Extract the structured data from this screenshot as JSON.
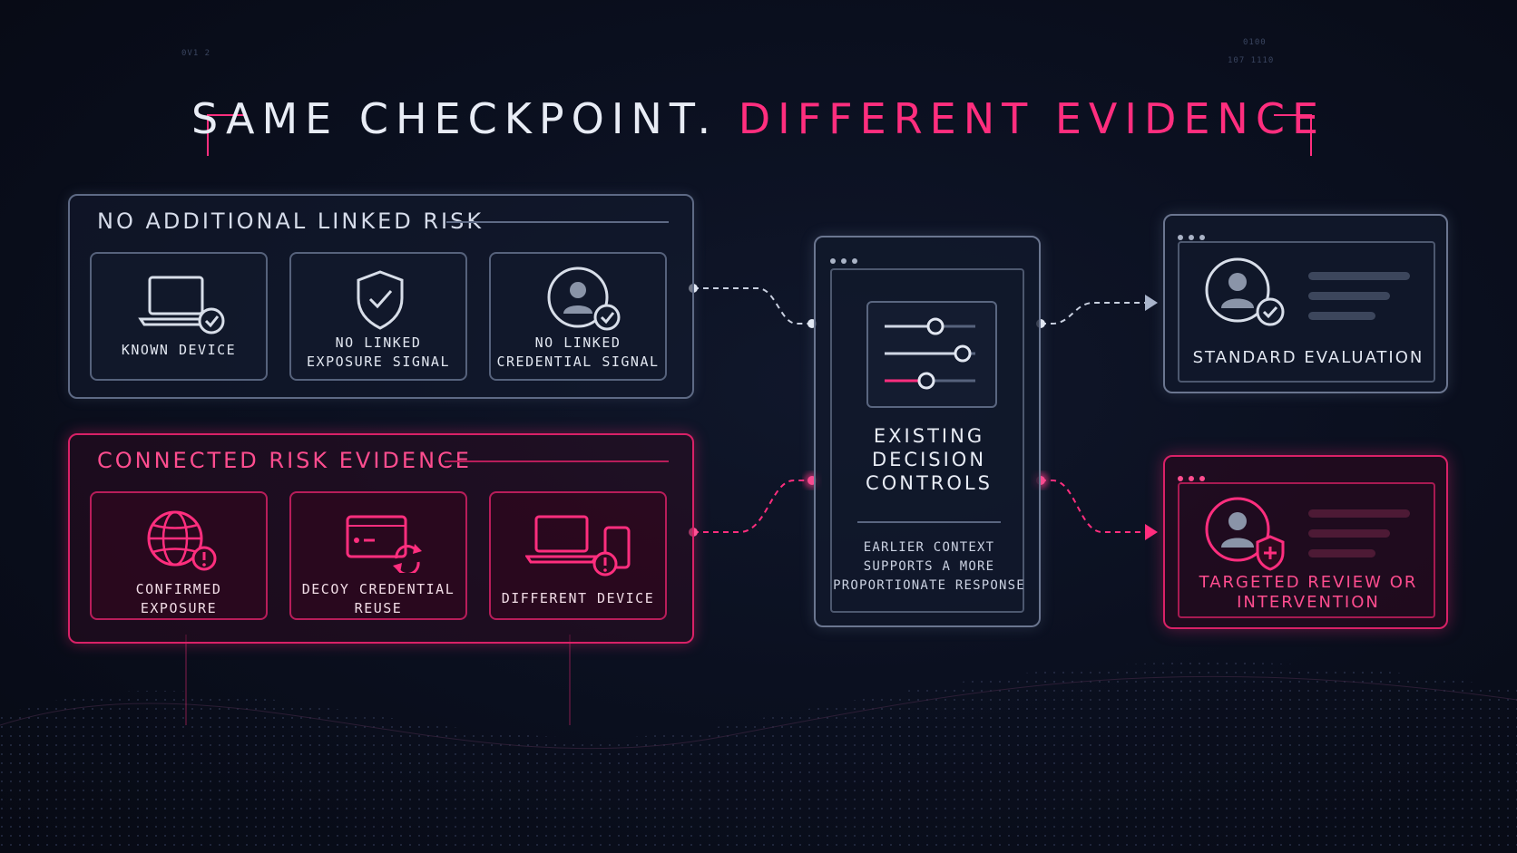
{
  "title": {
    "part1": "SAME CHECKPOINT.",
    "part2": "DIFFERENT EVIDENCE"
  },
  "groups": {
    "neutral": {
      "title": "NO ADDITIONAL LINKED RISK",
      "cards": [
        {
          "label_line1": "KNOWN DEVICE",
          "label_line2": "",
          "icon": "laptop-check-icon"
        },
        {
          "label_line1": "NO LINKED",
          "label_line2": "EXPOSURE SIGNAL",
          "icon": "shield-check-icon"
        },
        {
          "label_line1": "NO LINKED",
          "label_line2": "CREDENTIAL SIGNAL",
          "icon": "user-check-icon"
        }
      ]
    },
    "risk": {
      "title": "CONNECTED RISK EVIDENCE",
      "cards": [
        {
          "label_line1": "CONFIRMED",
          "label_line2": "EXPOSURE",
          "icon": "globe-alert-icon"
        },
        {
          "label_line1": "DECOY CREDENTIAL",
          "label_line2": "REUSE",
          "icon": "card-refresh-icon"
        },
        {
          "label_line1": "DIFFERENT DEVICE",
          "label_line2": "",
          "icon": "devices-alert-icon"
        }
      ]
    }
  },
  "center": {
    "heading_line1": "EXISTING",
    "heading_line2": "DECISION",
    "heading_line3": "CONTROLS",
    "note_line1": "EARLIER CONTEXT",
    "note_line2": "SUPPORTS A MORE",
    "note_line3": "PROPORTIONATE RESPONSE",
    "icon": "sliders-icon"
  },
  "outcomes": {
    "standard": {
      "label": "STANDARD EVALUATION",
      "icon": "user-check-icon"
    },
    "targeted": {
      "label_line1": "TARGETED REVIEW OR",
      "label_line2": "INTERVENTION",
      "icon": "user-shield-icon"
    }
  },
  "colors": {
    "accent": "#ff2e7e",
    "neutral_line": "#c9d0e0",
    "background": "#0b1020"
  }
}
